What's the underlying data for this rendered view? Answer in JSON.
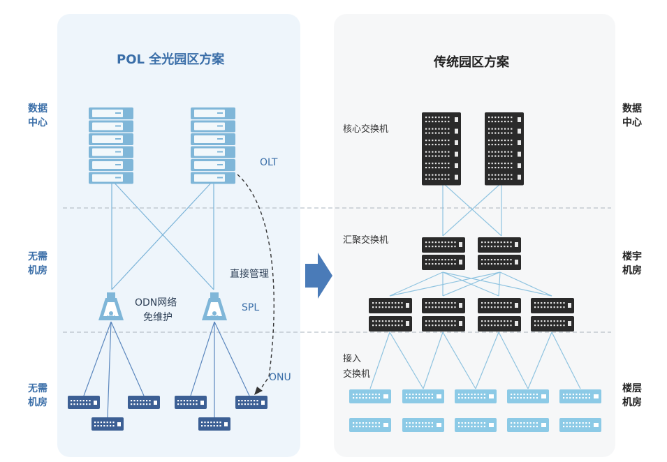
{
  "pol": {
    "title": "POL 全光园区方案",
    "zones": {
      "datacenter": [
        "数据",
        "中心"
      ],
      "no_room_1": [
        "无需",
        "机房"
      ],
      "no_room_2": [
        "无需",
        "机房"
      ]
    },
    "labels": {
      "olt": "OLT",
      "odn_line1": "ODN网络",
      "odn_line2": "免维护",
      "spl": "SPL",
      "direct": "直接管理",
      "onu": "ONU"
    }
  },
  "traditional": {
    "title": "传统园区方案",
    "zones": {
      "datacenter": [
        "数据",
        "中心"
      ],
      "building": [
        "楼宇",
        "机房"
      ],
      "floor": [
        "楼层",
        "机房"
      ]
    },
    "labels": {
      "core": "核心交换机",
      "aggregation": "汇聚交换机",
      "access_line1": "接入",
      "access_line2": "交换机"
    }
  },
  "colors": {
    "pol_accent": "#3a6ea8",
    "server_blue": "#7fb6d8",
    "switch_dark": "#2a2a2a",
    "access_switch": "#8ccae6",
    "onu_navy": "#3c5f94",
    "arrow": "#4a7bb8"
  }
}
